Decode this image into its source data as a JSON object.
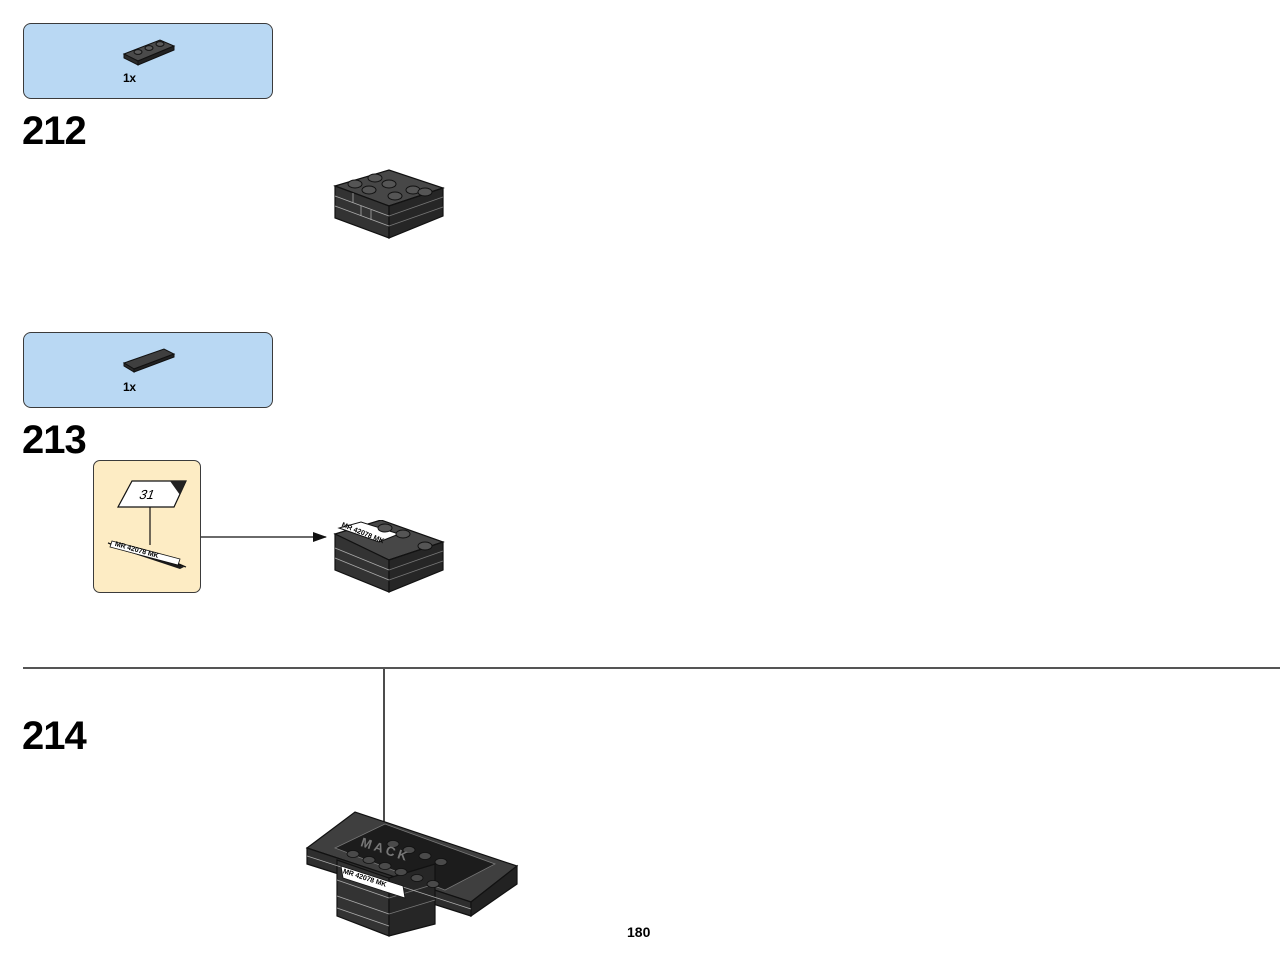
{
  "page": {
    "page_number": "180"
  },
  "steps": [
    {
      "number": "212",
      "parts": [
        {
          "qty": "1x",
          "icon": "plate-1x3-dark-gray-icon"
        }
      ],
      "model_icon": "assembly-brick-stack-icon"
    },
    {
      "number": "213",
      "parts": [
        {
          "qty": "1x",
          "icon": "tile-1x4-dark-gray-icon"
        }
      ],
      "sticker": {
        "sheet_number": "31",
        "text": "MR 42078 MK"
      },
      "model_icon": "assembly-with-sticker-icon"
    },
    {
      "number": "214",
      "model_icon": "license-plate-assembly-icon",
      "embossed_text": "MACK"
    }
  ],
  "colors": {
    "parts_box_bg": "#b9d8f3",
    "callout_bg": "#fdecc4",
    "brick": "#3a3a3a"
  }
}
